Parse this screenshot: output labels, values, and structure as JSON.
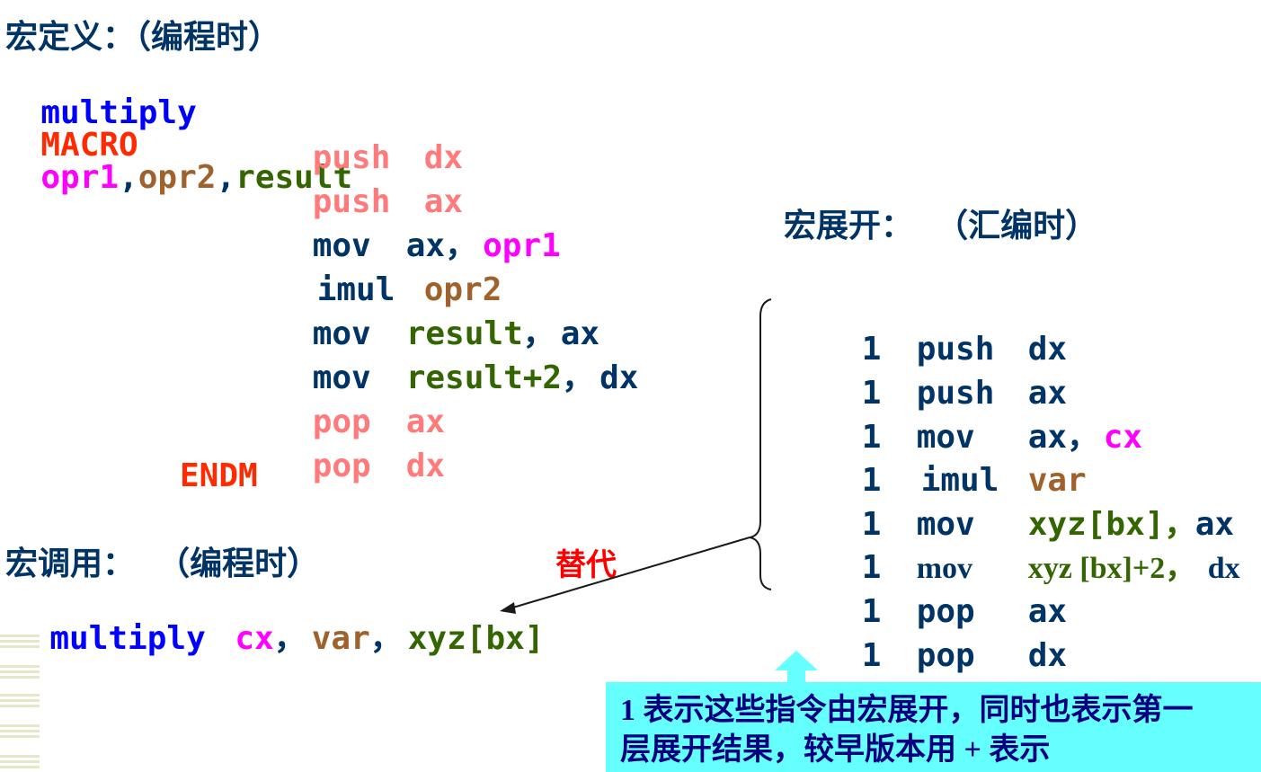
{
  "definition": {
    "heading": "宏定义：（编程时）",
    "macro_name": "multiply",
    "macro_keyword": "MACRO",
    "param1": "opr1",
    "comma": ",",
    "param2": "opr2",
    "param3": "result",
    "body": [
      {
        "op": "push",
        "arg": "dx"
      },
      {
        "op": "push",
        "arg": "ax"
      },
      {
        "op": "mov",
        "arg_a": "ax",
        "sep": "，",
        "arg_b": "opr1"
      },
      {
        "op": "imul",
        "arg": "opr2"
      },
      {
        "op": "mov",
        "arg_a": "result",
        "sep": "，",
        "arg_b": "ax"
      },
      {
        "op": "mov",
        "arg_a": "result+2",
        "sep": "，",
        "arg_b": "dx"
      },
      {
        "op": "pop",
        "arg": "ax"
      },
      {
        "op": "pop",
        "arg": "dx"
      }
    ],
    "end": "ENDM"
  },
  "call": {
    "heading": "宏调用：  （编程时）",
    "macro_name": "multiply",
    "arg1": "cx",
    "sep1": "，",
    "arg2": "var",
    "sep2": "，",
    "arg3": "xyz[bx]"
  },
  "replace_label": "替代",
  "expansion": {
    "heading": "宏展开：  （汇编时）",
    "lines": [
      {
        "level": "1",
        "op": "push",
        "a": "dx"
      },
      {
        "level": "1",
        "op": "push",
        "a": "ax"
      },
      {
        "level": "1",
        "op": "mov",
        "a": "ax，",
        "b": "cx"
      },
      {
        "level": "1",
        "op": "imul",
        "a": "var"
      },
      {
        "level": "1",
        "op": "mov",
        "a": "xyz[bx]，",
        "b": "ax"
      },
      {
        "level": "1",
        "op": "mov",
        "a": "xyz [bx]+2，",
        "b": "dx"
      },
      {
        "level": "1",
        "op": "pop",
        "a": "ax"
      },
      {
        "level": "1",
        "op": "pop",
        "a": "dx"
      }
    ]
  },
  "note": {
    "line1": "1 表示这些指令由宏展开，同时也表示第一",
    "line2": "层展开结果，较早版本用 + 表示"
  },
  "colors": {
    "macro_name": "#0000ff",
    "keyword": "#ff2a00",
    "param": "#ff00ff",
    "opr2": "#a0622d",
    "result": "#336600",
    "instruction": "#003366",
    "stack_op": "#ff7a7a",
    "note_bg": "#66ffff"
  }
}
